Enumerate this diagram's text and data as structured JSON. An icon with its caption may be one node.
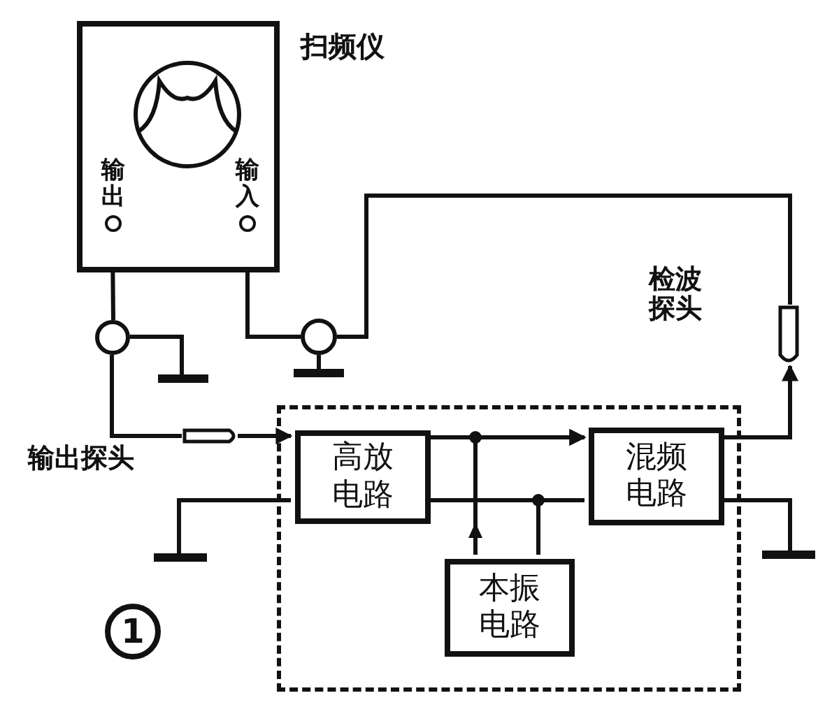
{
  "diagram": {
    "nodes": [
      {
        "text": [
          "扫频仪"
        ]
      },
      {
        "text": [
          "输出"
        ],
        "in": 0
      },
      {
        "text": [
          "输入"
        ],
        "in": 0
      },
      {
        "text": [],
        "shape": "cylinder",
        "beside": [
          "输出探头"
        ]
      },
      {
        "text": [],
        "shape": "cylinder",
        "beside": [
          "检波探头"
        ]
      },
      {
        "text": [],
        "shape": "box"
      },
      {
        "text": [
          "高放电路"
        ],
        "in": 5
      },
      {
        "text": [
          "混频电路"
        ],
        "in": 5
      },
      {
        "text": [
          "本振电路"
        ],
        "in": 5
      },
      {
        "text": [],
        "shape": "circle"
      },
      {
        "text": [],
        "shape": "circle"
      }
    ],
    "edges": [
      {
        "from": 1,
        "to": 9,
        "arrow": "none"
      },
      {
        "from": 9,
        "to": 3,
        "arrow": "none"
      },
      {
        "from": 3,
        "to": 6,
        "arrow": "to"
      },
      {
        "from": 6,
        "to": 7,
        "arrow": "to"
      },
      {
        "from": 8,
        "to": 7,
        "arrow": "to"
      },
      {
        "from": 6,
        "to": 7,
        "arrow": "none"
      },
      {
        "from": 8,
        "to": 7,
        "arrow": "none"
      },
      {
        "from": 7,
        "to": 4,
        "arrow": "to"
      },
      {
        "from": 4,
        "to": 10,
        "arrow": "none"
      },
      {
        "from": 10,
        "to": 2,
        "arrow": "none"
      }
    ],
    "labels": [
      "1"
    ]
  }
}
